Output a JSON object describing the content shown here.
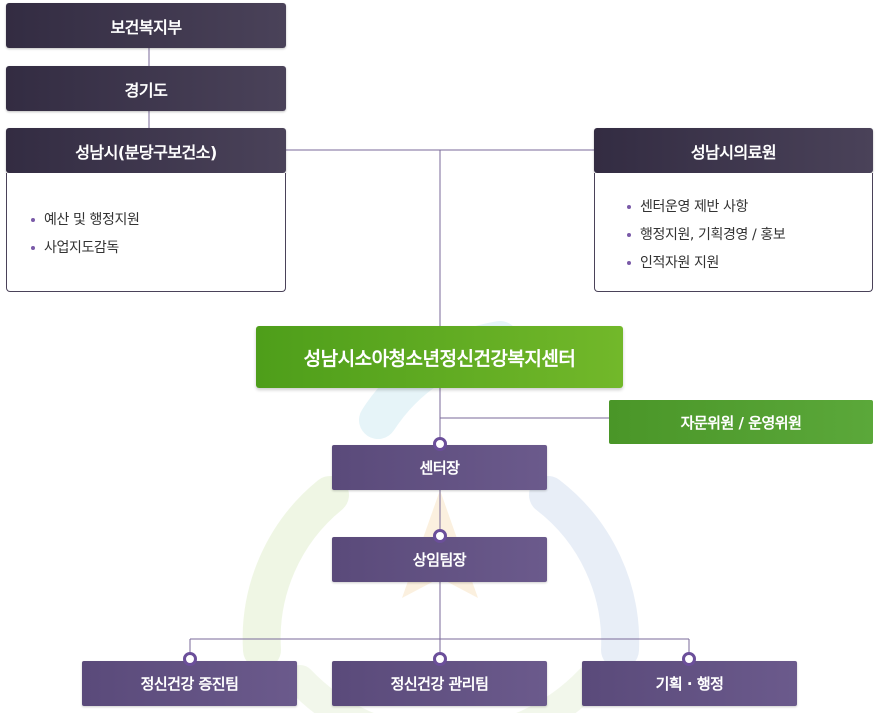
{
  "org_chart": {
    "ministry": "보건복지부",
    "province": "경기도",
    "city": "성남시(분당구보건소)",
    "city_duties": [
      "예산 및 행정지원",
      "사업지도감독"
    ],
    "medical_center": "성남시의료원",
    "medical_duties": [
      "센터운영 제반 사항",
      "행정지원, 기획경영 / 홍보",
      "인적자원 지원"
    ],
    "center": "성남시소아청소년정신건강복지센터",
    "committee": "자문위원 / 운영위원",
    "director": "센터장",
    "team_leader": "상임팀장",
    "teams": [
      "정신건강 증진팀",
      "정신건강 관리팀",
      "기획 · 행정"
    ]
  },
  "colors": {
    "dark_box": "#3a3349",
    "purple_box": "#5f4e80",
    "green_main": "#5fab22",
    "green_sub": "#55a033",
    "connector_line": "#7a6a9a",
    "dot_border": "#6b4f9a",
    "bullet": "#7a5aa8"
  }
}
